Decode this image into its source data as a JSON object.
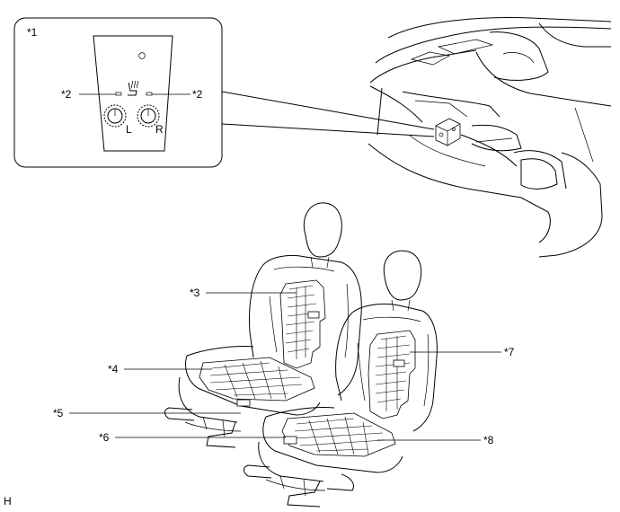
{
  "inset": {
    "ref": "*1"
  },
  "switch_labels": {
    "left": "L",
    "right": "R"
  },
  "callouts": {
    "c2a": "*2",
    "c2b": "*2",
    "c3": "*3",
    "c4": "*4",
    "c5": "*5",
    "c6": "*6",
    "c7": "*7",
    "c8": "*8"
  },
  "figure_code": "H"
}
